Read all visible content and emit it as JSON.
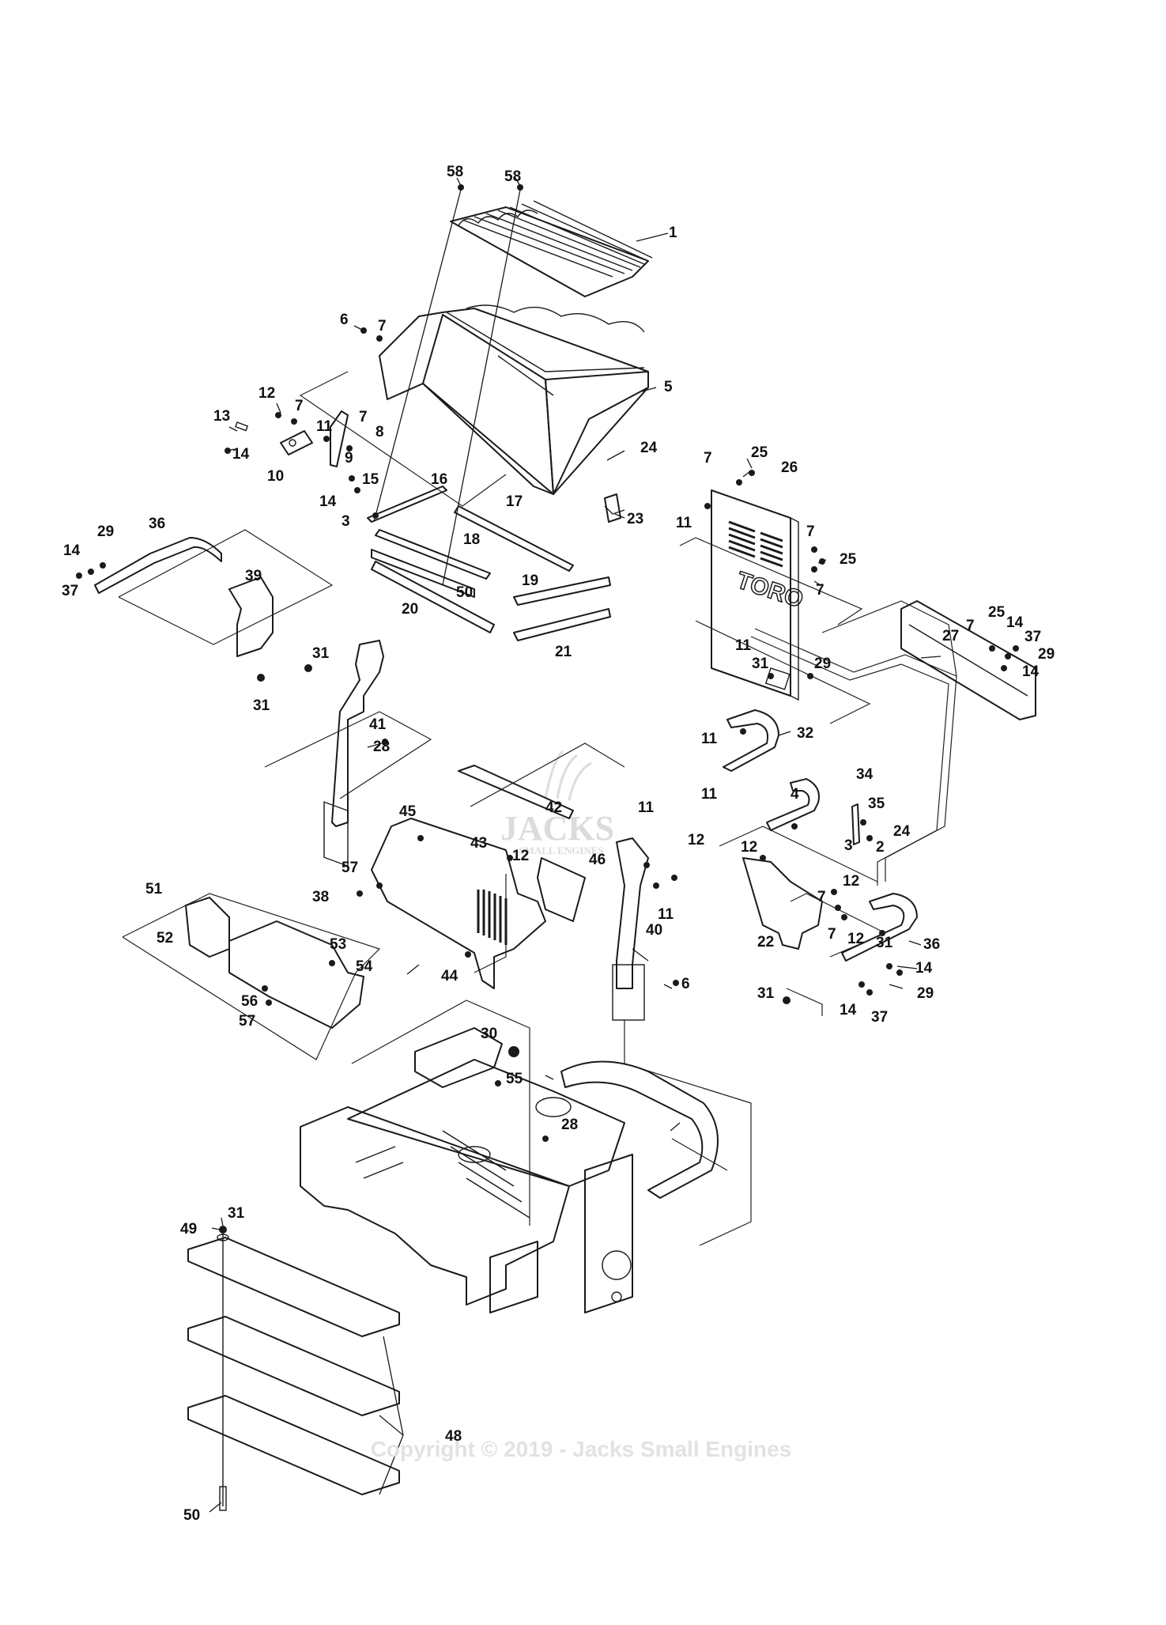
{
  "diagram": {
    "callouts": [
      {
        "id": "c58a",
        "text": "58"
      },
      {
        "id": "c58b",
        "text": "58"
      },
      {
        "id": "c1",
        "text": "1"
      },
      {
        "id": "c6a",
        "text": "6"
      },
      {
        "id": "c7a",
        "text": "7"
      },
      {
        "id": "c5",
        "text": "5"
      },
      {
        "id": "c12a",
        "text": "12"
      },
      {
        "id": "c7b",
        "text": "7"
      },
      {
        "id": "c13",
        "text": "13"
      },
      {
        "id": "c11a",
        "text": "11"
      },
      {
        "id": "c7c",
        "text": "7"
      },
      {
        "id": "c8",
        "text": "8"
      },
      {
        "id": "c14a",
        "text": "14"
      },
      {
        "id": "c10",
        "text": "10"
      },
      {
        "id": "c9",
        "text": "9"
      },
      {
        "id": "c14b",
        "text": "14"
      },
      {
        "id": "c15",
        "text": "15"
      },
      {
        "id": "c16",
        "text": "16"
      },
      {
        "id": "c3a",
        "text": "3"
      },
      {
        "id": "c17",
        "text": "17"
      },
      {
        "id": "c18",
        "text": "18"
      },
      {
        "id": "c50a",
        "text": "50"
      },
      {
        "id": "c20",
        "text": "20"
      },
      {
        "id": "c19",
        "text": "19"
      },
      {
        "id": "c21",
        "text": "21"
      },
      {
        "id": "c24a",
        "text": "24"
      },
      {
        "id": "c23",
        "text": "23"
      },
      {
        "id": "c7d",
        "text": "7"
      },
      {
        "id": "c25a",
        "text": "25"
      },
      {
        "id": "c26",
        "text": "26"
      },
      {
        "id": "c11b",
        "text": "11"
      },
      {
        "id": "c7e",
        "text": "7"
      },
      {
        "id": "c25b",
        "text": "25"
      },
      {
        "id": "c7f",
        "text": "7"
      },
      {
        "id": "c11c",
        "text": "11"
      },
      {
        "id": "c31a",
        "text": "31"
      },
      {
        "id": "c29a",
        "text": "29"
      },
      {
        "id": "c27",
        "text": "27"
      },
      {
        "id": "c25c",
        "text": "25"
      },
      {
        "id": "c7g",
        "text": "7"
      },
      {
        "id": "c14c",
        "text": "14"
      },
      {
        "id": "c37a",
        "text": "37"
      },
      {
        "id": "c29b",
        "text": "29"
      },
      {
        "id": "c14d",
        "text": "14"
      },
      {
        "id": "c36a",
        "text": "36"
      },
      {
        "id": "c29c",
        "text": "29"
      },
      {
        "id": "c14e",
        "text": "14"
      },
      {
        "id": "c37b",
        "text": "37"
      },
      {
        "id": "c39",
        "text": "39"
      },
      {
        "id": "c31b",
        "text": "31"
      },
      {
        "id": "c31c",
        "text": "31"
      },
      {
        "id": "c41",
        "text": "41"
      },
      {
        "id": "c28a",
        "text": "28"
      },
      {
        "id": "c11d",
        "text": "11"
      },
      {
        "id": "c32",
        "text": "32"
      },
      {
        "id": "c11e",
        "text": "11"
      },
      {
        "id": "c4",
        "text": "4"
      },
      {
        "id": "c34",
        "text": "34"
      },
      {
        "id": "c35",
        "text": "35"
      },
      {
        "id": "c24b",
        "text": "24"
      },
      {
        "id": "c3b",
        "text": "3"
      },
      {
        "id": "c2",
        "text": "2"
      },
      {
        "id": "c45",
        "text": "45"
      },
      {
        "id": "c42",
        "text": "42"
      },
      {
        "id": "c43",
        "text": "43"
      },
      {
        "id": "c12b",
        "text": "12"
      },
      {
        "id": "c11f",
        "text": "11"
      },
      {
        "id": "c12c",
        "text": "12"
      },
      {
        "id": "c57a",
        "text": "57"
      },
      {
        "id": "c38",
        "text": "38"
      },
      {
        "id": "c46",
        "text": "46"
      },
      {
        "id": "c11g",
        "text": "11"
      },
      {
        "id": "c12d",
        "text": "12"
      },
      {
        "id": "c12e",
        "text": "12"
      },
      {
        "id": "c7h",
        "text": "7"
      },
      {
        "id": "c7i",
        "text": "7"
      },
      {
        "id": "c12f",
        "text": "12"
      },
      {
        "id": "c22",
        "text": "22"
      },
      {
        "id": "c31d",
        "text": "31"
      },
      {
        "id": "c36b",
        "text": "36"
      },
      {
        "id": "c14f",
        "text": "14"
      },
      {
        "id": "c29d",
        "text": "29"
      },
      {
        "id": "c14g",
        "text": "14"
      },
      {
        "id": "c37c",
        "text": "37"
      },
      {
        "id": "c31e",
        "text": "31"
      },
      {
        "id": "c51",
        "text": "51"
      },
      {
        "id": "c52",
        "text": "52"
      },
      {
        "id": "c53",
        "text": "53"
      },
      {
        "id": "c54",
        "text": "54"
      },
      {
        "id": "c56",
        "text": "56"
      },
      {
        "id": "c57b",
        "text": "57"
      },
      {
        "id": "c44",
        "text": "44"
      },
      {
        "id": "c40",
        "text": "40"
      },
      {
        "id": "c6b",
        "text": "6"
      },
      {
        "id": "c30",
        "text": "30"
      },
      {
        "id": "c55",
        "text": "55"
      },
      {
        "id": "c28b",
        "text": "28"
      },
      {
        "id": "c31f",
        "text": "31"
      },
      {
        "id": "c49",
        "text": "49"
      },
      {
        "id": "c48",
        "text": "48"
      },
      {
        "id": "c50b",
        "text": "50"
      }
    ],
    "watermark": "Copyright © 2019 - Jacks Small Engines",
    "logo_text": "JACKS",
    "logo_subtext": "SMALL ENGINES",
    "panel_lettering": "TORO",
    "colors": {
      "line": "#1a1a1a",
      "background": "#ffffff",
      "watermark": "#e2e2e2"
    }
  }
}
